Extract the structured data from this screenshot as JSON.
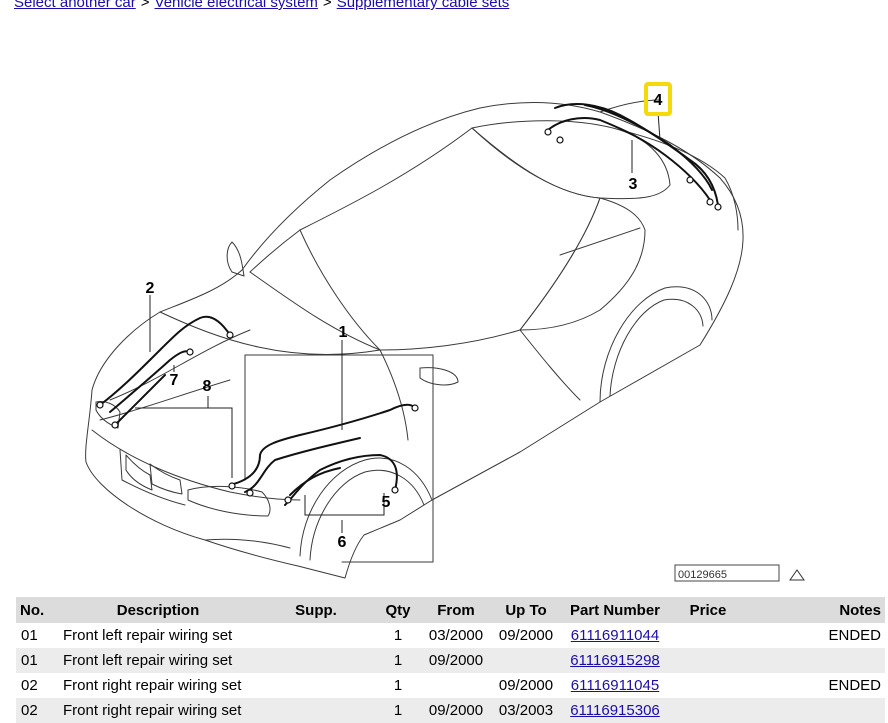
{
  "breadcrumb": {
    "items": [
      {
        "label": "Select another car"
      },
      {
        "label": "Vehicle electrical system"
      },
      {
        "label": "Supplementary cable sets"
      }
    ],
    "separator": ">"
  },
  "diagram": {
    "callouts": [
      "1",
      "2",
      "3",
      "4",
      "5",
      "6",
      "7",
      "8"
    ],
    "highlighted_callout": "4",
    "highlight_color": "#f5d90a",
    "image_number": "00129665",
    "line_color": "#3a3a3a",
    "wire_color": "#111111"
  },
  "table": {
    "headers": {
      "no": "No.",
      "description": "Description",
      "supp": "Supp.",
      "qty": "Qty",
      "from": "From",
      "up_to": "Up To",
      "part_number": "Part Number",
      "price": "Price",
      "notes": "Notes"
    },
    "rows": [
      {
        "no": "01",
        "description": "Front left repair wiring set",
        "supp": "",
        "qty": "1",
        "from": "03/2000",
        "up_to": "09/2000",
        "part_number": "61116911044",
        "price": "",
        "notes": "ENDED"
      },
      {
        "no": "01",
        "description": "Front left repair wiring set",
        "supp": "",
        "qty": "1",
        "from": "09/2000",
        "up_to": "",
        "part_number": "61116915298",
        "price": "",
        "notes": ""
      },
      {
        "no": "02",
        "description": "Front right repair wiring set",
        "supp": "",
        "qty": "1",
        "from": "",
        "up_to": "09/2000",
        "part_number": "61116911045",
        "price": "",
        "notes": "ENDED"
      },
      {
        "no": "02",
        "description": "Front right repair wiring set",
        "supp": "",
        "qty": "1",
        "from": "09/2000",
        "up_to": "03/2003",
        "part_number": "61116915306",
        "price": "",
        "notes": ""
      }
    ]
  }
}
